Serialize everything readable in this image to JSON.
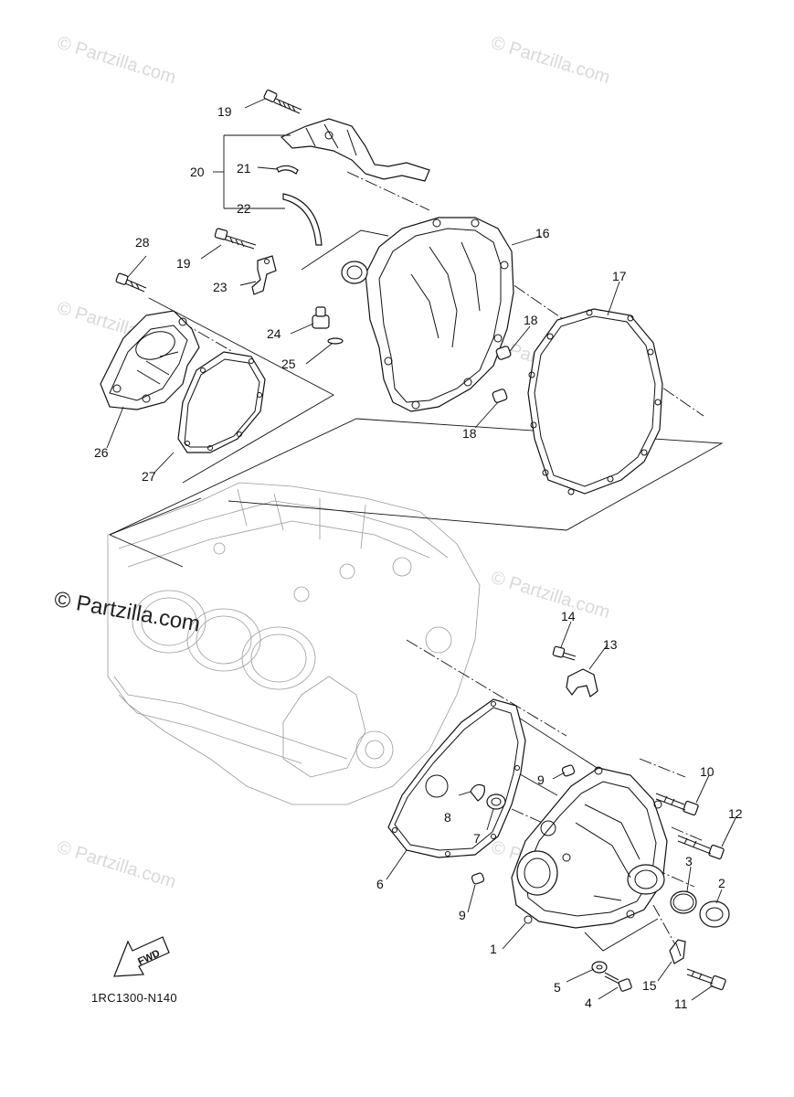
{
  "watermark_small": "© Partzilla.com",
  "watermark_main": "© Partzilla.com",
  "diagram_code": "1RC1300-N140",
  "fwd_label": "FWD",
  "callouts": {
    "c1": "1",
    "c2": "2",
    "c3": "3",
    "c4": "4",
    "c5": "5",
    "c6": "6",
    "c7": "7",
    "c8": "8",
    "c9a": "9",
    "c9b": "9",
    "c10": "10",
    "c11": "11",
    "c12": "12",
    "c13": "13",
    "c14": "14",
    "c15": "15",
    "c16": "16",
    "c17": "17",
    "c18a": "18",
    "c18b": "18",
    "c19a": "19",
    "c19b": "19",
    "c20": "20",
    "c21": "21",
    "c22": "22",
    "c23": "23",
    "c24": "24",
    "c25": "25",
    "c26": "26",
    "c27": "27",
    "c28": "28"
  }
}
